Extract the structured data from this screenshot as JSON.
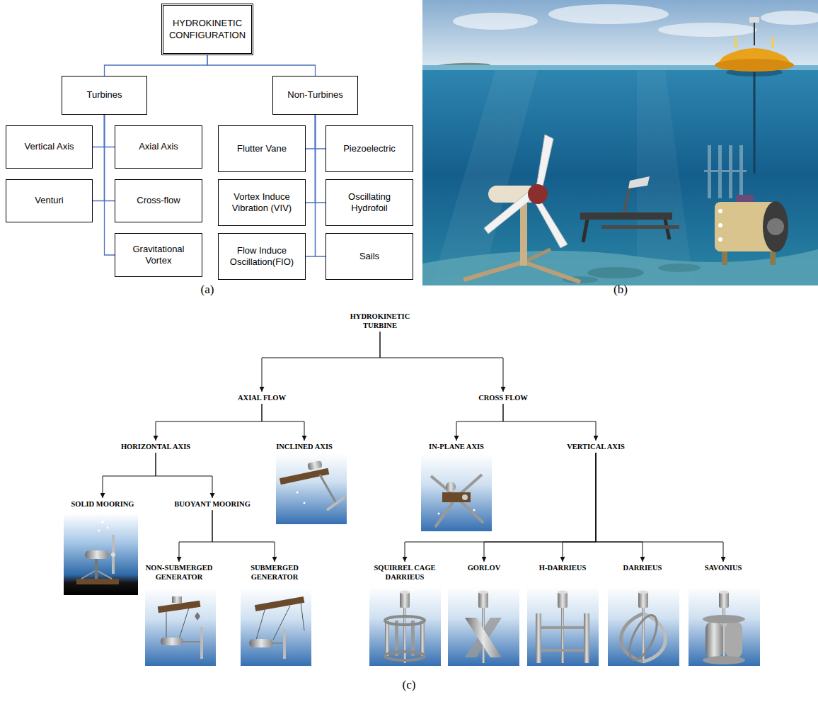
{
  "diagram": {
    "nodes": [
      {
        "text": [
          "HYDROKINETIC CONFIGURATION"
        ]
      },
      {
        "text": [
          "Turbines"
        ]
      },
      {
        "text": [
          "Non-Turbines"
        ]
      },
      {
        "text": [
          "Vertical Axis"
        ]
      },
      {
        "text": [
          "Axial Axis"
        ]
      },
      {
        "text": [
          "Venturi"
        ]
      },
      {
        "text": [
          "Cross-flow"
        ]
      },
      {
        "text": [
          "Gravitational Vortex"
        ]
      },
      {
        "text": [
          "Flutter Vane"
        ]
      },
      {
        "text": [
          "Piezoelectric"
        ]
      },
      {
        "text": [
          "Vortex Induce Vibration (VIV)"
        ]
      },
      {
        "text": [
          "Oscillating Hydrofoil"
        ]
      },
      {
        "text": [
          "Flow Induce Oscillation(FIO)"
        ]
      },
      {
        "text": [
          "Sails"
        ]
      },
      {
        "text": [
          "HYDROKINETIC TURBINE"
        ]
      },
      {
        "text": [
          "AXIAL FLOW"
        ]
      },
      {
        "text": [
          "CROSS FLOW"
        ]
      },
      {
        "text": [
          "HORIZONTAL AXIS"
        ]
      },
      {
        "text": [
          "INCLINED AXIS"
        ]
      },
      {
        "text": [
          "IN-PLANE AXIS"
        ]
      },
      {
        "text": [
          "VERTICAL AXIS"
        ]
      },
      {
        "text": [
          "SOLID MOORING"
        ]
      },
      {
        "text": [
          "BUOYANT MOORING"
        ]
      },
      {
        "text": [
          "NON-SUBMERGED GENERATOR"
        ]
      },
      {
        "text": [
          "SUBMERGED GENERATOR"
        ]
      },
      {
        "text": [
          "SQUIRREL CAGE DARRIEUS"
        ]
      },
      {
        "text": [
          "GORLOV"
        ]
      },
      {
        "text": [
          "H-DARRIEUS"
        ]
      },
      {
        "text": [
          "DARRIEUS"
        ]
      },
      {
        "text": [
          "SAVONIUS"
        ]
      }
    ],
    "edges": [
      {
        "from": 0,
        "to": 1,
        "arrow": "none"
      },
      {
        "from": 0,
        "to": 2,
        "arrow": "none"
      },
      {
        "from": 1,
        "to": 3,
        "arrow": "none"
      },
      {
        "from": 1,
        "to": 4,
        "arrow": "none"
      },
      {
        "from": 1,
        "to": 5,
        "arrow": "none"
      },
      {
        "from": 1,
        "to": 6,
        "arrow": "none"
      },
      {
        "from": 1,
        "to": 7,
        "arrow": "none"
      },
      {
        "from": 2,
        "to": 8,
        "arrow": "none"
      },
      {
        "from": 2,
        "to": 9,
        "arrow": "none"
      },
      {
        "from": 2,
        "to": 10,
        "arrow": "none"
      },
      {
        "from": 2,
        "to": 11,
        "arrow": "none"
      },
      {
        "from": 2,
        "to": 12,
        "arrow": "none"
      },
      {
        "from": 2,
        "to": 13,
        "arrow": "none"
      },
      {
        "from": 14,
        "to": 15,
        "arrow": "to"
      },
      {
        "from": 14,
        "to": 16,
        "arrow": "to"
      },
      {
        "from": 15,
        "to": 17,
        "arrow": "to"
      },
      {
        "from": 15,
        "to": 18,
        "arrow": "to"
      },
      {
        "from": 16,
        "to": 19,
        "arrow": "to"
      },
      {
        "from": 16,
        "to": 20,
        "arrow": "to"
      },
      {
        "from": 17,
        "to": 21,
        "arrow": "to"
      },
      {
        "from": 17,
        "to": 22,
        "arrow": "to"
      },
      {
        "from": 22,
        "to": 23,
        "arrow": "to"
      },
      {
        "from": 22,
        "to": 24,
        "arrow": "to"
      },
      {
        "from": 20,
        "to": 25,
        "arrow": "to"
      },
      {
        "from": 20,
        "to": 26,
        "arrow": "to"
      },
      {
        "from": 20,
        "to": 27,
        "arrow": "to"
      },
      {
        "from": 20,
        "to": 28,
        "arrow": "to"
      },
      {
        "from": 20,
        "to": 29,
        "arrow": "to"
      }
    ],
    "labels": [
      "(a)",
      "(b)",
      "(c)"
    ]
  }
}
